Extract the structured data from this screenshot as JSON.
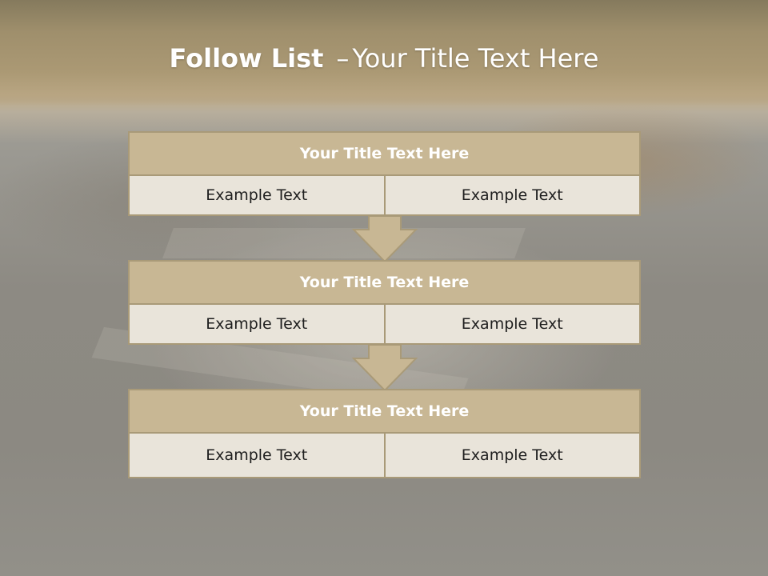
{
  "slide": {
    "title_bold": "Follow List",
    "title_dash": "–",
    "title_rest": "Your Title Text Here"
  },
  "steps": [
    {
      "title": "Your Title Text Here",
      "left": "Example Text",
      "right": "Example Text"
    },
    {
      "title": "Your Title Text Here",
      "left": "Example Text",
      "right": "Example Text"
    },
    {
      "title": "Your Title Text Here",
      "left": "Example Text",
      "right": "Example Text"
    }
  ],
  "colors": {
    "header_fill": "#c8b794",
    "cell_fill": "#e9e4da",
    "border": "#a99a78",
    "arrow_fill": "#c8b794"
  }
}
